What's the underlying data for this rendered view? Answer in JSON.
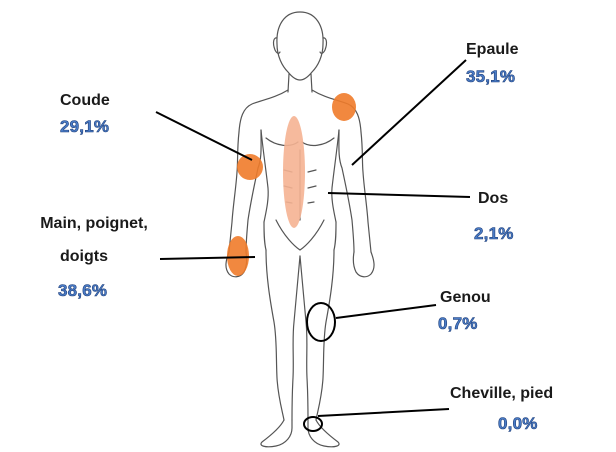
{
  "colors": {
    "highlight": "#f07b2a",
    "spine": "#f5b392",
    "percent_fill": "#4a7cc7",
    "percent_stroke": "#1f3f7a",
    "body_outline": "#555555",
    "leader_line": "#000000"
  },
  "regions": {
    "coude": {
      "label": "Coude",
      "percent": "29,1%"
    },
    "epaule": {
      "label": "Epaule",
      "percent": "35,1%"
    },
    "main": {
      "label_line1": "Main, poignet,",
      "label_line2": "doigts",
      "percent": "38,6%"
    },
    "dos": {
      "label": "Dos",
      "percent": "2,1%"
    },
    "genou": {
      "label": "Genou",
      "percent": "0,7%"
    },
    "cheville": {
      "label": "Cheville, pied",
      "percent": "0,0%"
    }
  }
}
